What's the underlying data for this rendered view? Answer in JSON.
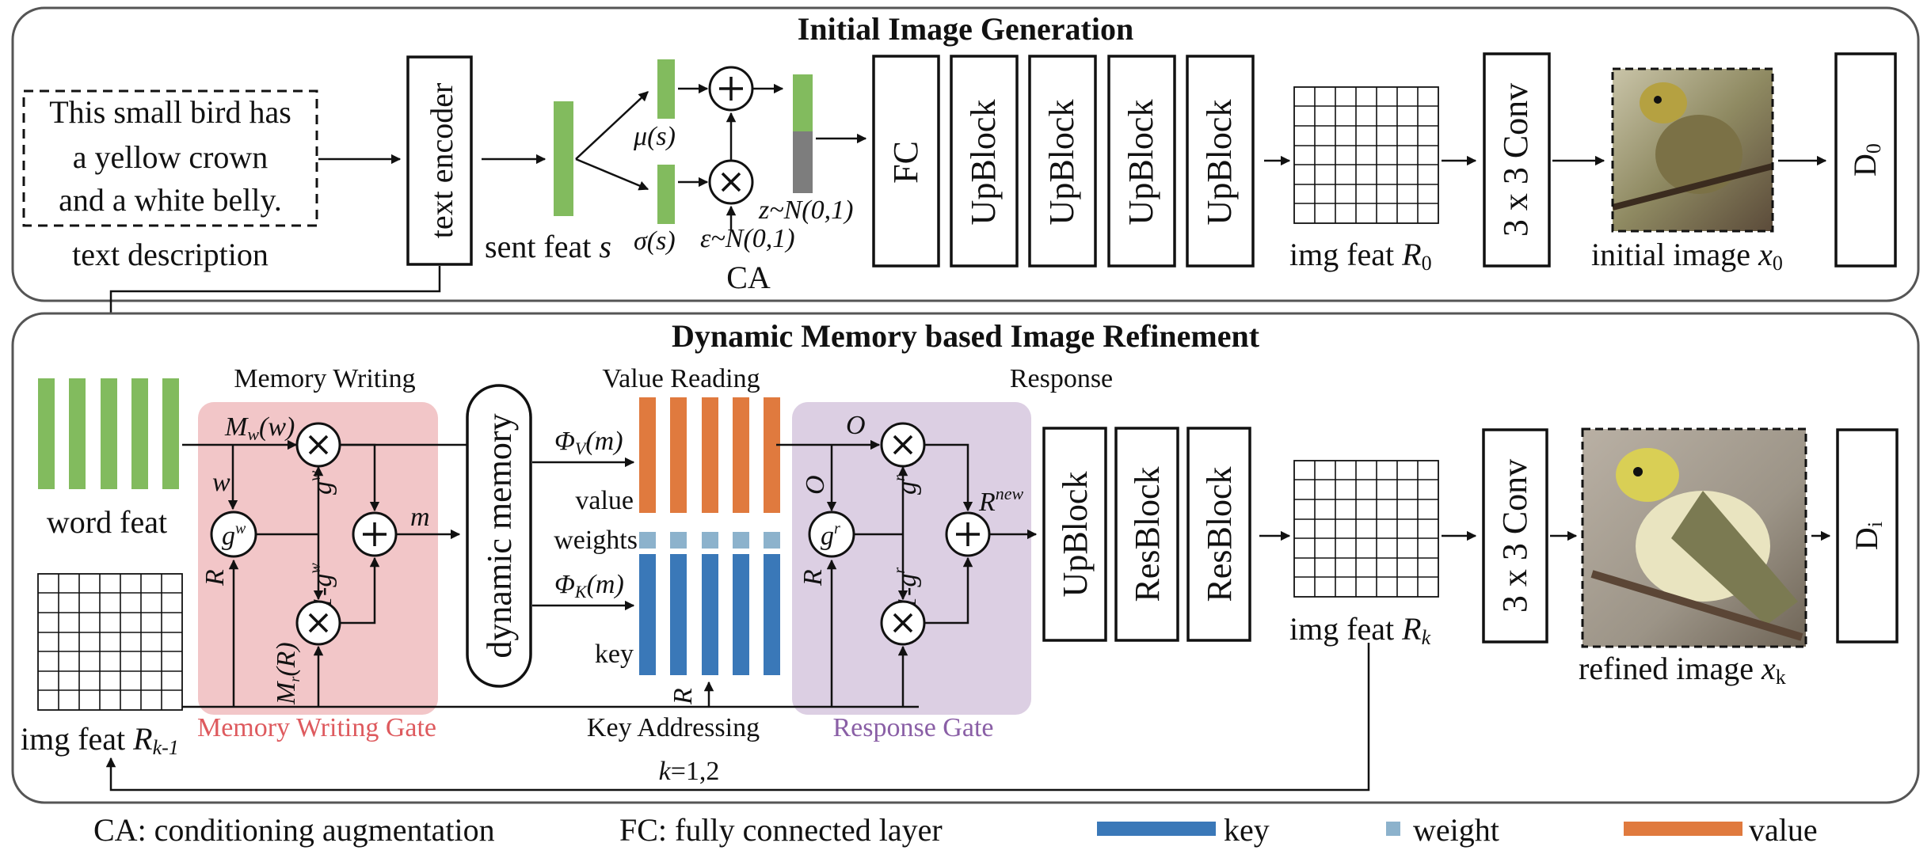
{
  "title_top": "Initial Image Generation",
  "title_bottom": "Dynamic Memory based Image Refinement",
  "text_desc": {
    "lines": [
      "This small bird has",
      "a yellow crown",
      "and a white belly."
    ],
    "caption": "text description"
  },
  "text_encoder": "text encoder",
  "sent_feat": "sent feat",
  "sent_var": "s",
  "mu": "μ(s)",
  "sigma": "σ(s)",
  "eps": "ε~N(0,1)",
  "z": "z~N(0,1)",
  "ca": "CA",
  "fc": "FC",
  "upblock": "UpBlock",
  "resblock": "ResBlock",
  "img_feat_label": "img feat",
  "R0_main": "R",
  "R0_sub": "0",
  "conv": "3 x 3 Conv",
  "initial_image_label": "initial image",
  "x0_main": "x",
  "x0_sub": "0",
  "D0_main": "D",
  "D0_sub": "0",
  "Di_main": "D",
  "Di_sub": "i",
  "memory_writing": "Memory Writing",
  "value_reading": "Value Reading",
  "response": "Response",
  "word_feat": "word feat",
  "Mw_main": "M",
  "Mw_sub": "w",
  "Mw_arg": "(w)",
  "w": "w",
  "gw_main": "g",
  "gw_sup": "w",
  "one_minus_gw": "1-g",
  "m": "m",
  "R": "R",
  "Mr_main": "M",
  "Mr_sub": "r",
  "Mr_arg": "(R)",
  "dynamic_memory": "dynamic memory",
  "phiV_main": "Φ",
  "phiV_sub": "V",
  "phiV_arg": "(m)",
  "phiK_main": "Φ",
  "phiK_sub": "K",
  "phiK_arg": "(m)",
  "value": "value",
  "weights": "weights",
  "key": "key",
  "O": "O",
  "gr_main": "g",
  "gr_sup": "r",
  "one_minus_gr": "1-g",
  "Rnew_main": "R",
  "Rnew_sup": "new",
  "Rk_main": "R",
  "Rk_sub": "k",
  "Rk1_main": "R",
  "Rk1_sub": "k-1",
  "refined_image_label": "refined image",
  "xk_main": "x",
  "xk_sub": "k",
  "memory_writing_gate": "Memory Writing Gate",
  "key_addressing": "Key Addressing",
  "response_gate": "Response Gate",
  "k_range_main": "k",
  "k_range_rest": "=1,2",
  "footer": {
    "ca_def": "CA: conditioning augmentation",
    "fc_def": "FC: fully connected layer",
    "legend": [
      {
        "label": "key",
        "color": "#3a78b8"
      },
      {
        "label": "weight",
        "color": "#8cb2cc"
      },
      {
        "label": "value",
        "color": "#e07a3e"
      }
    ]
  },
  "colors": {
    "green": "#82bb5e",
    "gray": "#7d7d7d",
    "orange": "#e07a3e",
    "blue": "#3a78b8",
    "weight": "#8cb2cc",
    "pink": "#f2c6c8",
    "purple": "#dccfe3",
    "gate_red": "#de5a5e",
    "gate_purple": "#8a5fa6"
  }
}
